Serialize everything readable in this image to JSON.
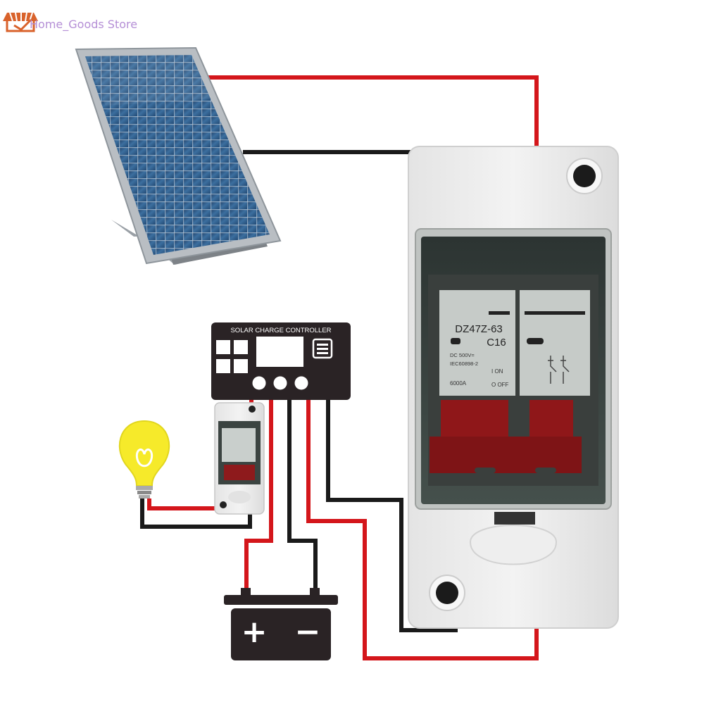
{
  "brand": {
    "store_name": "Home_Goods Store",
    "logo_icon": "shop-awning-icon",
    "accent_color": "#d9622b"
  },
  "controller": {
    "title": "SOLAR CHARGE CONTROLLER",
    "body_color": "#2a2325"
  },
  "breaker": {
    "model": "DZ47Z-63",
    "rating": "C16",
    "voltage": "DC 500V=",
    "standard": "IEC60898-2",
    "on_label": "I ON",
    "off_label": "O OFF",
    "capacity": "6000A",
    "toggle_color": "#a8161a"
  },
  "battery": {
    "positive_symbol": "+",
    "negative_symbol": "−"
  },
  "wires": {
    "positive_color": "#d4161b",
    "negative_color": "#1a1a1a"
  },
  "icons": {
    "solar_panel": "solar-panel-icon",
    "light_bulb": "light-bulb-icon",
    "battery": "battery-icon",
    "breaker": "dc-breaker-icon"
  }
}
